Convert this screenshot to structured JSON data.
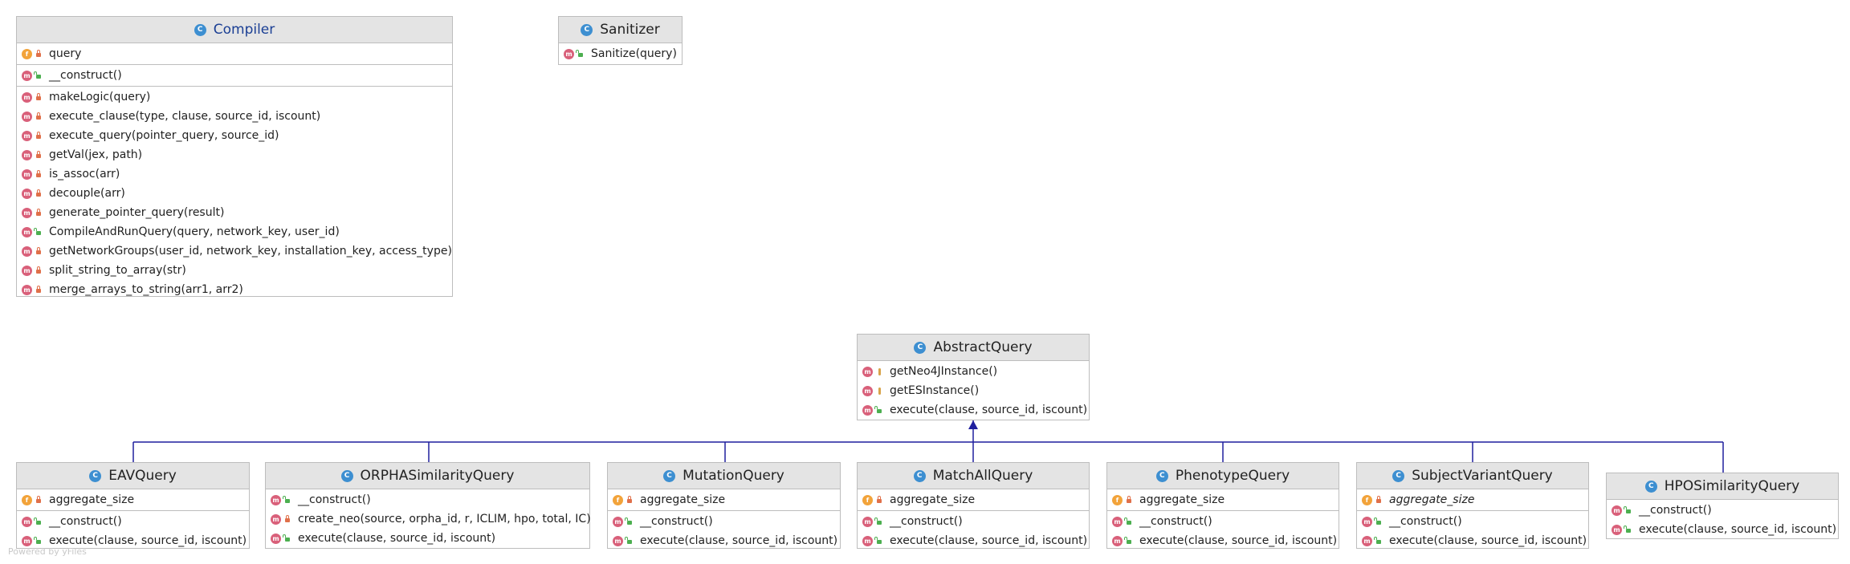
{
  "compiler": {
    "title": "Compiler",
    "fields": [
      {
        "kind": "f",
        "visibility": "private",
        "text": "query"
      }
    ],
    "ctor": [
      {
        "kind": "m",
        "visibility": "public",
        "text": "__construct()"
      }
    ],
    "methods": [
      {
        "kind": "m",
        "visibility": "private",
        "text": "makeLogic(query)"
      },
      {
        "kind": "m",
        "visibility": "private",
        "text": "execute_clause(type, clause, source_id, iscount)"
      },
      {
        "kind": "m",
        "visibility": "private",
        "text": "execute_query(pointer_query, source_id)"
      },
      {
        "kind": "m",
        "visibility": "private",
        "text": "getVal(jex, path)"
      },
      {
        "kind": "m",
        "visibility": "private",
        "text": "is_assoc(arr)"
      },
      {
        "kind": "m",
        "visibility": "private",
        "text": "decouple(arr)"
      },
      {
        "kind": "m",
        "visibility": "private",
        "text": "generate_pointer_query(result)"
      },
      {
        "kind": "m",
        "visibility": "public",
        "text": "CompileAndRunQuery(query, network_key, user_id)"
      },
      {
        "kind": "m",
        "visibility": "private",
        "text": "getNetworkGroups(user_id, network_key, installation_key, access_type)"
      },
      {
        "kind": "m",
        "visibility": "private",
        "text": "split_string_to_array(str)"
      },
      {
        "kind": "m",
        "visibility": "private",
        "text": "merge_arrays_to_string(arr1, arr2)"
      }
    ]
  },
  "sanitizer": {
    "title": "Sanitizer",
    "methods": [
      {
        "kind": "m",
        "visibility": "public",
        "text": "Sanitize(query)"
      }
    ]
  },
  "abstract_query": {
    "title": "AbstractQuery",
    "methods": [
      {
        "kind": "m",
        "visibility": "protected",
        "text": "getNeo4JInstance()"
      },
      {
        "kind": "m",
        "visibility": "protected",
        "text": "getESInstance()"
      },
      {
        "kind": "m",
        "visibility": "public",
        "text": "execute(clause, source_id, iscount)"
      }
    ]
  },
  "subclasses": [
    {
      "id": "eav",
      "title": "EAVQuery",
      "fields": [
        {
          "kind": "f",
          "visibility": "private",
          "text": "aggregate_size",
          "italic": false
        }
      ],
      "methods": [
        {
          "kind": "m",
          "visibility": "public",
          "text": "__construct()"
        },
        {
          "kind": "m",
          "visibility": "public",
          "text": "execute(clause, source_id, iscount)"
        }
      ]
    },
    {
      "id": "orpha",
      "title": "ORPHASimilarityQuery",
      "fields": [],
      "methods": [
        {
          "kind": "m",
          "visibility": "public",
          "text": "__construct()"
        },
        {
          "kind": "m",
          "visibility": "private",
          "text": "create_neo(source, orpha_id, r, ICLIM, hpo, total, IC)"
        },
        {
          "kind": "m",
          "visibility": "public",
          "text": "execute(clause, source_id, iscount)"
        }
      ]
    },
    {
      "id": "mutation",
      "title": "MutationQuery",
      "fields": [
        {
          "kind": "f",
          "visibility": "private",
          "text": "aggregate_size",
          "italic": false
        }
      ],
      "methods": [
        {
          "kind": "m",
          "visibility": "public",
          "text": "__construct()"
        },
        {
          "kind": "m",
          "visibility": "public",
          "text": "execute(clause, source_id, iscount)"
        }
      ]
    },
    {
      "id": "matchall",
      "title": "MatchAllQuery",
      "fields": [
        {
          "kind": "f",
          "visibility": "private",
          "text": "aggregate_size",
          "italic": false
        }
      ],
      "methods": [
        {
          "kind": "m",
          "visibility": "public",
          "text": "__construct()"
        },
        {
          "kind": "m",
          "visibility": "public",
          "text": "execute(clause, source_id, iscount)"
        }
      ]
    },
    {
      "id": "phenotype",
      "title": "PhenotypeQuery",
      "fields": [
        {
          "kind": "f",
          "visibility": "private",
          "text": "aggregate_size",
          "italic": false
        }
      ],
      "methods": [
        {
          "kind": "m",
          "visibility": "public",
          "text": "__construct()"
        },
        {
          "kind": "m",
          "visibility": "public",
          "text": "execute(clause, source_id, iscount)"
        }
      ]
    },
    {
      "id": "subjectvariant",
      "title": "SubjectVariantQuery",
      "fields": [
        {
          "kind": "f",
          "visibility": "private",
          "text": "aggregate_size",
          "italic": true
        }
      ],
      "methods": [
        {
          "kind": "m",
          "visibility": "public",
          "text": "__construct()"
        },
        {
          "kind": "m",
          "visibility": "public",
          "text": "execute(clause, source_id, iscount)"
        }
      ]
    },
    {
      "id": "hposimilarity",
      "title": "HPOSimilarityQuery",
      "fields": [],
      "methods": [
        {
          "kind": "m",
          "visibility": "public",
          "text": "__construct()"
        },
        {
          "kind": "m",
          "visibility": "public",
          "text": "execute(clause, source_id, iscount)"
        }
      ]
    }
  ],
  "footer": {
    "powered_by": "Powered by yFiles"
  },
  "colors": {
    "edge": "#1f1f9e",
    "header_bg": "#e4e4e4",
    "method_icon": "#d9607a",
    "field_icon": "#f2a33a",
    "class_icon": "#3d8fd1"
  }
}
